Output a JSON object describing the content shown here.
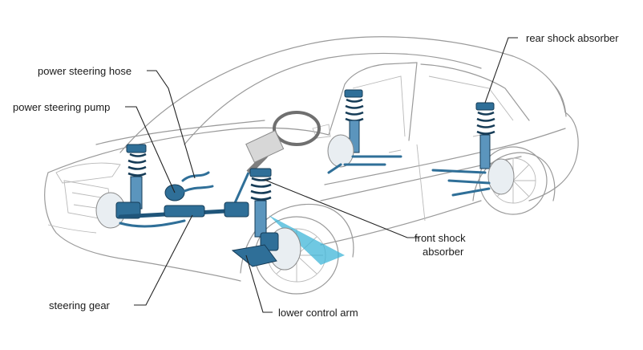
{
  "labels": {
    "power_steering_hose": "power steering hose",
    "power_steering_pump": "power steering pump",
    "rear_shock_absorber": "rear shock absorber",
    "front_shock_absorber_line1": "front shock",
    "front_shock_absorber_line2": "absorber",
    "steering_gear": "steering gear",
    "lower_control_arm": "lower control arm"
  },
  "colors": {
    "component_blue": "#2f6f98",
    "component_dark": "#163c57",
    "car_outline": "#9a9a9a",
    "highlight_cyan": "#3fb6d8"
  }
}
